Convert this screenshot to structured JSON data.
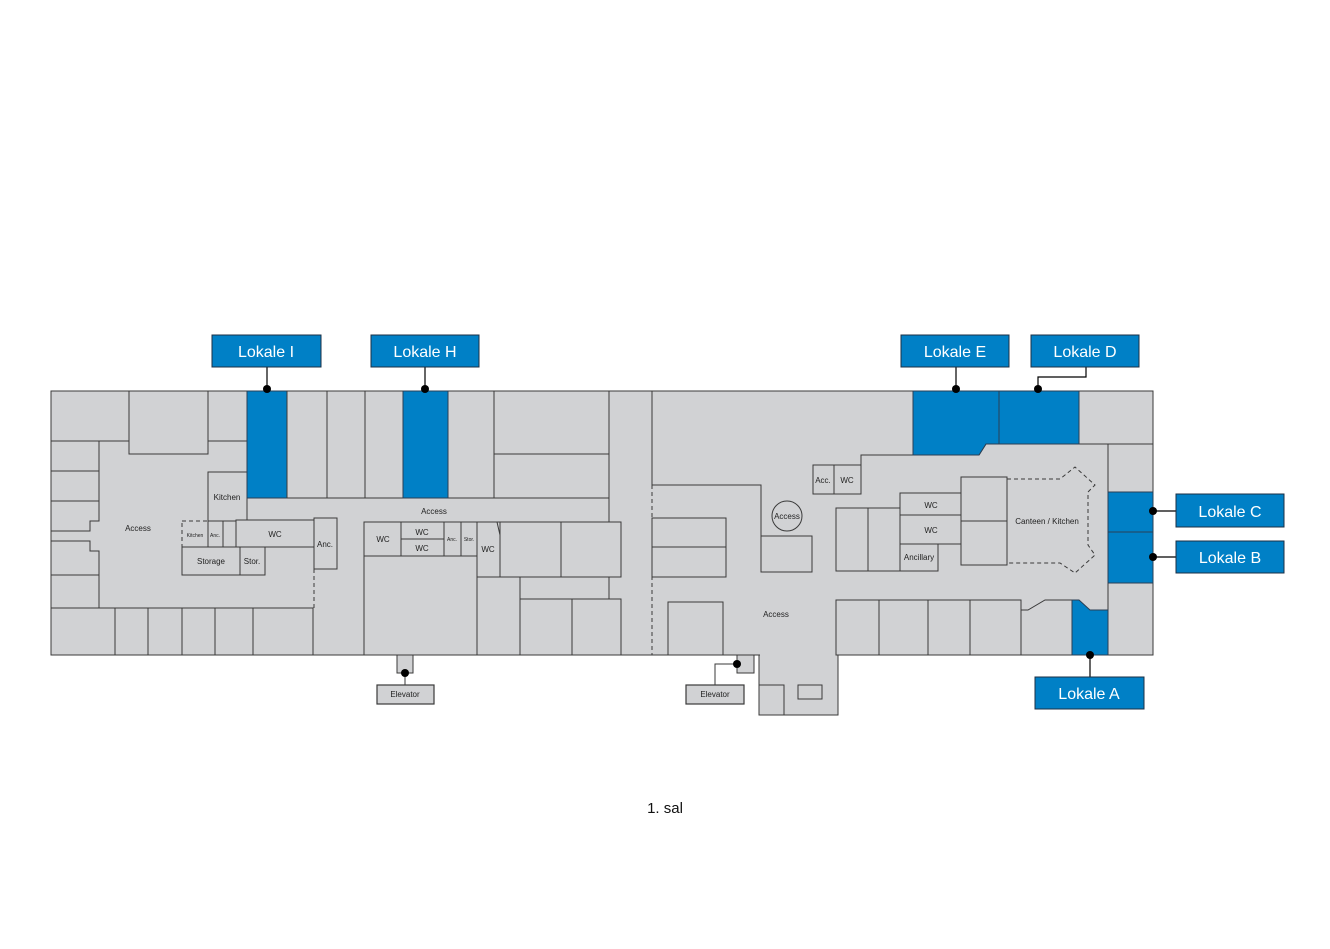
{
  "caption": "1. sal",
  "colors": {
    "room": "#d1d2d4",
    "highlight": "#0080c6",
    "line": "#3a3a3a"
  },
  "units": {
    "a": "Lokale A",
    "b": "Lokale B",
    "c": "Lokale C",
    "d": "Lokale D",
    "e": "Lokale E",
    "h": "Lokale H",
    "i": "Lokale I"
  },
  "rooms": {
    "access_west": "Access",
    "kitchen": "Kitchen",
    "kitchen_small": "Kitchen",
    "anc_small": "Anc.",
    "wc_west": "WC",
    "storage": "Storage",
    "stor_west": "Stor.",
    "anc_west": "Anc.",
    "access_mid": "Access",
    "wc_mid_1": "WC",
    "wc_mid_2": "WC",
    "wc_mid_3": "WC",
    "anc_mid": "Anc.",
    "stor_mid": "Stor.",
    "wc_mid_4": "WC",
    "access_circle": "Access",
    "access_east": "Access",
    "acc_east": "Acc.",
    "wc_east_top": "WC",
    "wc_east_1": "WC",
    "wc_east_2": "WC",
    "ancillary": "Ancillary",
    "canteen": "Canteen / Kitchen"
  },
  "elevators": {
    "west": "Elevator",
    "east": "Elevator"
  }
}
